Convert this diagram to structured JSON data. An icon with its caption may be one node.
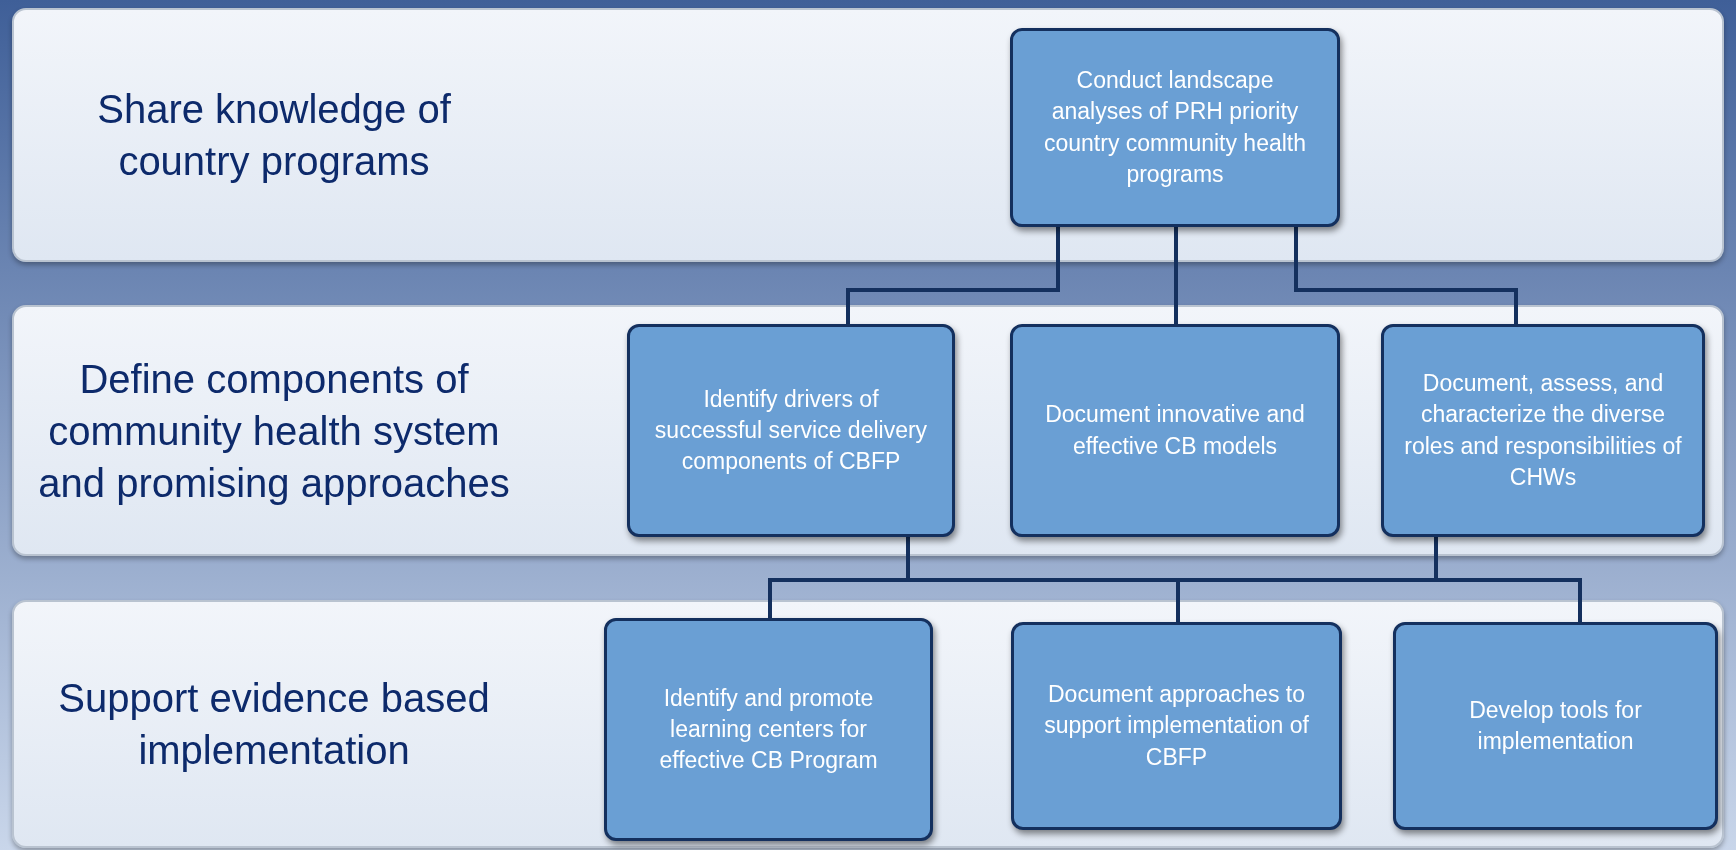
{
  "diagram": {
    "nodes": [
      {
        "text": [
          "Share knowledge of country programs"
        ]
      },
      {
        "text": [
          "Conduct landscape analyses of PRH priority country community health programs"
        ],
        "in": 0
      },
      {
        "text": [
          "Define components of community health system and promising approaches"
        ]
      },
      {
        "text": [
          "Identify drivers of successful service delivery components of CBFP"
        ],
        "in": 2
      },
      {
        "text": [
          "Document innovative and effective CB models"
        ],
        "in": 2
      },
      {
        "text": [
          "Document, assess, and characterize the diverse roles and responsibilities of CHWs"
        ],
        "in": 2
      },
      {
        "text": [
          "Support evidence based implementation"
        ]
      },
      {
        "text": [
          "Identify and promote learning centers for effective CB Program"
        ],
        "in": 6
      },
      {
        "text": [
          "Document approaches to support implementation of CBFP"
        ],
        "in": 6
      },
      {
        "text": [
          "Develop tools for implementation"
        ],
        "in": 6
      }
    ],
    "edges": [
      {
        "from": 1,
        "to": 3,
        "arrow": "none"
      },
      {
        "from": 1,
        "to": 4,
        "arrow": "none"
      },
      {
        "from": 1,
        "to": 5,
        "arrow": "none"
      },
      {
        "from": 3,
        "to": 7,
        "arrow": "none"
      },
      {
        "from": 3,
        "to": 8,
        "arrow": "none"
      },
      {
        "from": 3,
        "to": 9,
        "arrow": "none"
      },
      {
        "from": 5,
        "to": 7,
        "arrow": "none"
      },
      {
        "from": 5,
        "to": 8,
        "arrow": "none"
      },
      {
        "from": 5,
        "to": 9,
        "arrow": "none"
      }
    ]
  }
}
